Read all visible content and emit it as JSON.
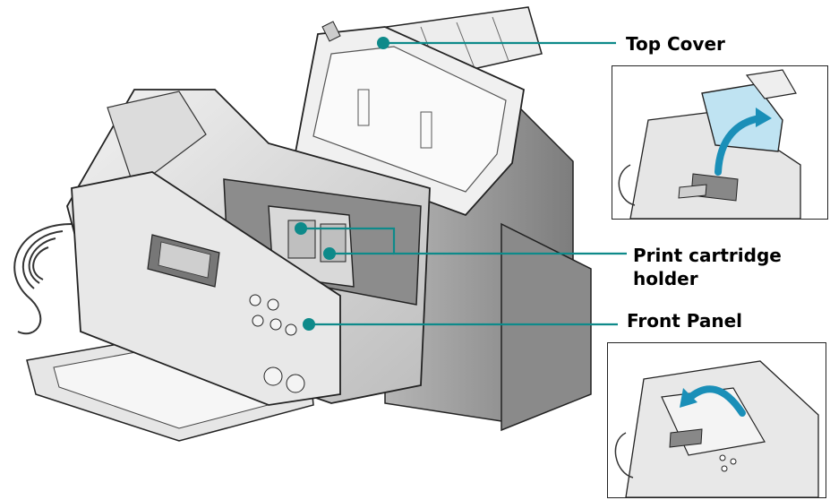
{
  "callouts": {
    "top_cover": "Top Cover",
    "print_cartridge_holder_line1": "Print cartridge",
    "print_cartridge_holder_line2": "holder",
    "front_panel": "Front Panel"
  },
  "colors": {
    "leader": "#0e8a8a",
    "arrow": "#1a8fb8",
    "outline": "#222222",
    "body_light": "#ececec",
    "body_mid": "#d4d4d4",
    "body_dark": "#9a9a9a"
  }
}
